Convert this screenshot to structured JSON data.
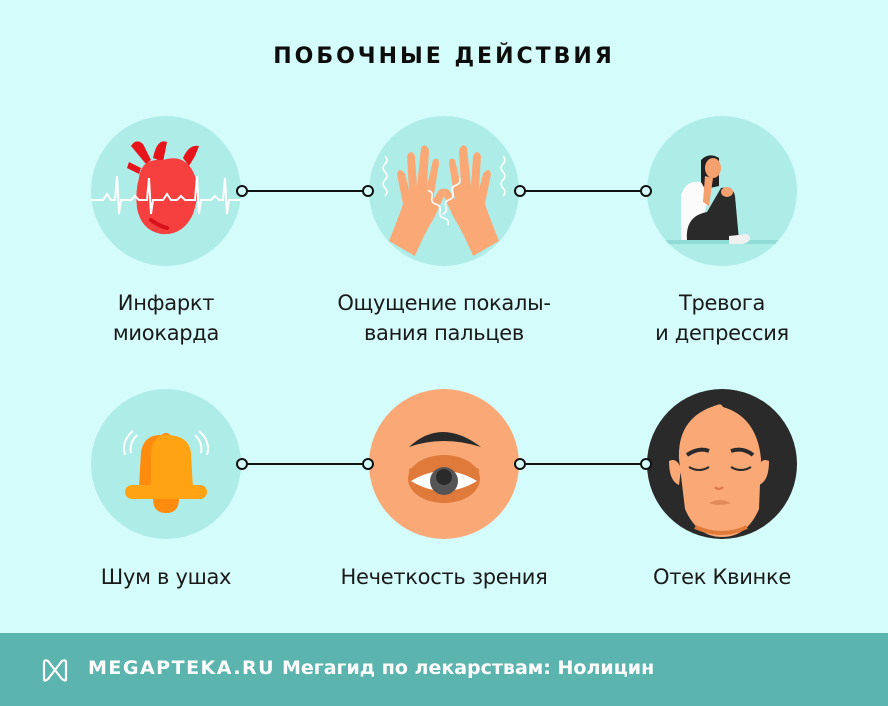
{
  "title": "ПОБОЧНЫЕ ДЕЙСТВИЯ",
  "colors": {
    "background": "#d4fcfa",
    "circle_bg": "#aeece8",
    "connector": "#111111",
    "footer_bg": "#5bb4ad",
    "skin": "#fba877"
  },
  "side_effects": [
    {
      "label_line1": "Инфаркт",
      "label_line2": "миокарда",
      "icon": "heart-icon"
    },
    {
      "label_line1": "Ощущение покалы-",
      "label_line2": "вания пальцев",
      "icon": "tingling-hands-icon"
    },
    {
      "label_line1": "Тревога",
      "label_line2": "и депрессия",
      "icon": "anxious-person-icon"
    },
    {
      "label_line1": "Шум в ушах",
      "label_line2": "",
      "icon": "ringing-bell-icon"
    },
    {
      "label_line1": "Нечеткость зрения",
      "label_line2": "",
      "icon": "eye-icon"
    },
    {
      "label_line1": "Отек Квинке",
      "label_line2": "",
      "icon": "swollen-face-icon"
    }
  ],
  "footer": {
    "logo_text": "MEGAPTEKA.RU",
    "caption": "Мегагид по лекарствам: Нолицин"
  }
}
